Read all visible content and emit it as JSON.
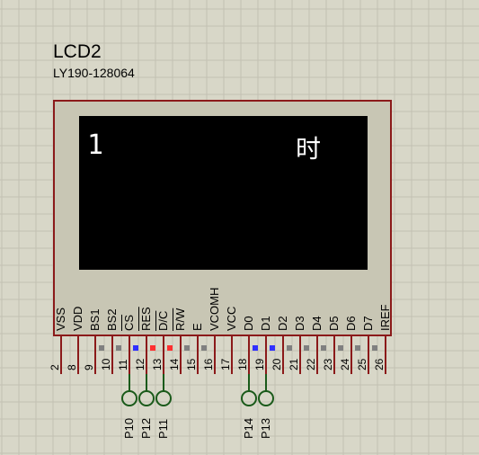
{
  "component": {
    "title": "LCD2",
    "subtitle": "LY190-128064"
  },
  "screen": {
    "left_text": "1",
    "right_text": "时"
  },
  "pins": [
    {
      "label": "VSS",
      "number": "2",
      "state": "none"
    },
    {
      "label": "VDD",
      "number": "8",
      "state": "none"
    },
    {
      "label": "BS1",
      "number": "9",
      "state": "gray"
    },
    {
      "label": "BS2",
      "number": "10",
      "state": "gray"
    },
    {
      "label": "CS",
      "number": "11",
      "state": "blue",
      "overline": true
    },
    {
      "label": "RES",
      "number": "12",
      "state": "red",
      "overline": true
    },
    {
      "label": "D/C",
      "number": "13",
      "state": "red",
      "overline": true
    },
    {
      "label": "R/W",
      "number": "14",
      "state": "gray",
      "overline": true
    },
    {
      "label": "E",
      "number": "15",
      "state": "gray"
    },
    {
      "label": "VCOMH",
      "number": "16",
      "state": "none"
    },
    {
      "label": "VCC",
      "number": "17",
      "state": "none"
    },
    {
      "label": "D0",
      "number": "18",
      "state": "blue"
    },
    {
      "label": "D1",
      "number": "19",
      "state": "blue"
    },
    {
      "label": "D2",
      "number": "20",
      "state": "gray"
    },
    {
      "label": "D3",
      "number": "21",
      "state": "gray"
    },
    {
      "label": "D4",
      "number": "22",
      "state": "gray"
    },
    {
      "label": "D5",
      "number": "23",
      "state": "gray"
    },
    {
      "label": "D6",
      "number": "24",
      "state": "gray"
    },
    {
      "label": "D7",
      "number": "25",
      "state": "gray"
    },
    {
      "label": "IREF",
      "number": "26",
      "state": "none"
    }
  ],
  "nets": [
    {
      "label": "P10",
      "pin": "11"
    },
    {
      "label": "P12",
      "pin": "12"
    },
    {
      "label": "P11",
      "pin": "13"
    },
    {
      "label": "P14",
      "pin": "18"
    },
    {
      "label": "P13",
      "pin": "19"
    }
  ],
  "colors": {
    "background": "#d8d7c8",
    "grid": "#c2c1b2",
    "body_border": "#8b1a1a",
    "body_fill": "#c8c6b4",
    "wire": "#1a5a1a",
    "state_red": "#ff3030",
    "state_blue": "#3030ff",
    "state_gray": "#808080"
  }
}
